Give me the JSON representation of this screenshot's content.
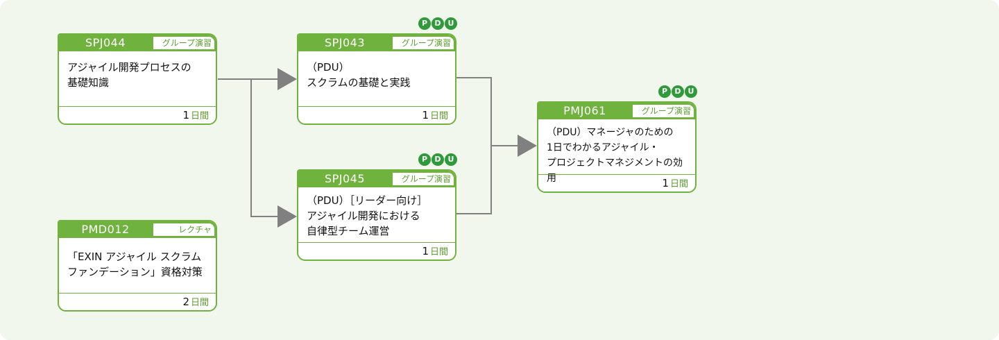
{
  "cards": [
    {
      "code": "SPJ044",
      "type": "グループ演習",
      "title": "アジャイル開発プロセスの\n基礎知識",
      "days": "1",
      "unit": "日間"
    },
    {
      "code": "SPJ043",
      "type": "グループ演習",
      "title": "（PDU）\nスクラムの基礎と実践",
      "days": "1",
      "unit": "日間",
      "pdu": [
        "P",
        "D",
        "U"
      ]
    },
    {
      "code": "SPJ045",
      "type": "グループ演習",
      "title": "（PDU）［リーダー向け］\nアジャイル開発における\n自律型チーム運営",
      "days": "1",
      "unit": "日間",
      "pdu": [
        "P",
        "D",
        "U"
      ]
    },
    {
      "code": "PMJ061",
      "type": "グループ演習",
      "title": "（PDU）マネージャのための\n1日でわかるアジャイル・\nプロジェクトマネジメントの効用",
      "days": "1",
      "unit": "日間",
      "pdu": [
        "P",
        "D",
        "U"
      ]
    },
    {
      "code": "PMD012",
      "type": "レクチャ",
      "title": "「EXIN アジャイル スクラム\nファンデーション」資格対策",
      "days": "2",
      "unit": "日間"
    }
  ],
  "colors": {
    "accent": "#6fb23e",
    "pdu": "#2f9a3a",
    "arrow": "#808080",
    "background": "#f1f7ec"
  }
}
